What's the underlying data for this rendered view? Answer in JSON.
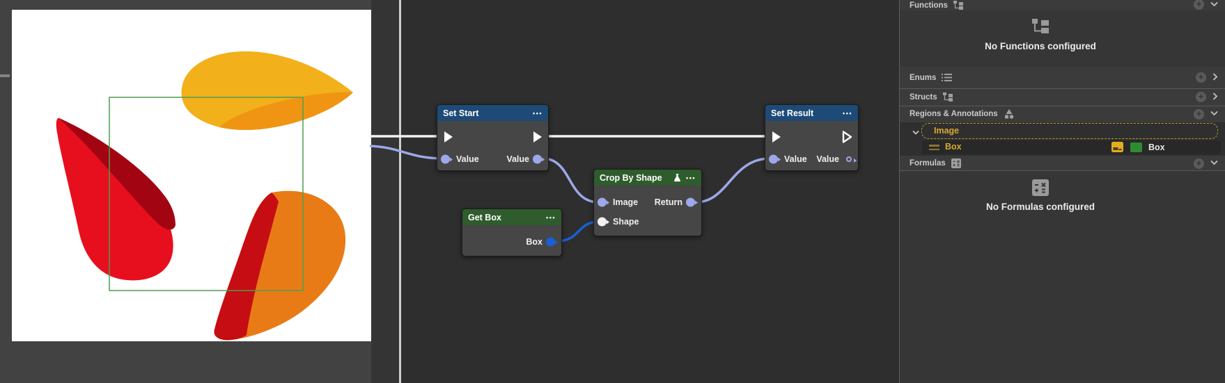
{
  "canvas": {
    "nodes": [
      {
        "title": "Set Start",
        "left_value_label": "Value",
        "right_value_label": "Value"
      },
      {
        "title": "Get Box",
        "output_label": "Box"
      },
      {
        "title": "Crop By Shape",
        "input1_label": "Image",
        "output1_label": "Return",
        "input2_label": "Shape"
      },
      {
        "title": "Set Result",
        "left_value_label": "Value",
        "right_value_label": "Value"
      }
    ]
  },
  "icons": {
    "more": "•••"
  },
  "panel": {
    "sections": {
      "functions": {
        "label": "Functions",
        "empty_text": "No Functions configured"
      },
      "enums": {
        "label": "Enums"
      },
      "structs": {
        "label": "Structs"
      },
      "regions": {
        "label": "Regions & Annotations",
        "group_label": "Image",
        "item_label": "Box",
        "item_type_label": "Box"
      },
      "formulas": {
        "label": "Formulas",
        "empty_text": "No Formulas configured"
      }
    }
  },
  "colors": {
    "node_blue_header": "#1e4a77",
    "node_green_header": "#2f5c2c",
    "wire_exec": "#f2f2f2",
    "wire_value": "#9da8ea",
    "wire_shape": "#1a5fd3",
    "accent_yellow": "#d9a930",
    "swatch_green": "#2e8b33",
    "selection_green": "#4e9e50",
    "shape_yellow": "#f2b01b",
    "shape_yellow_shade": "#ef9513",
    "shape_red": "#e70f1e",
    "shape_red_shade": "#a20511",
    "shape_orange": "#e97b17",
    "shape_orange_shade": "#c60d13"
  }
}
